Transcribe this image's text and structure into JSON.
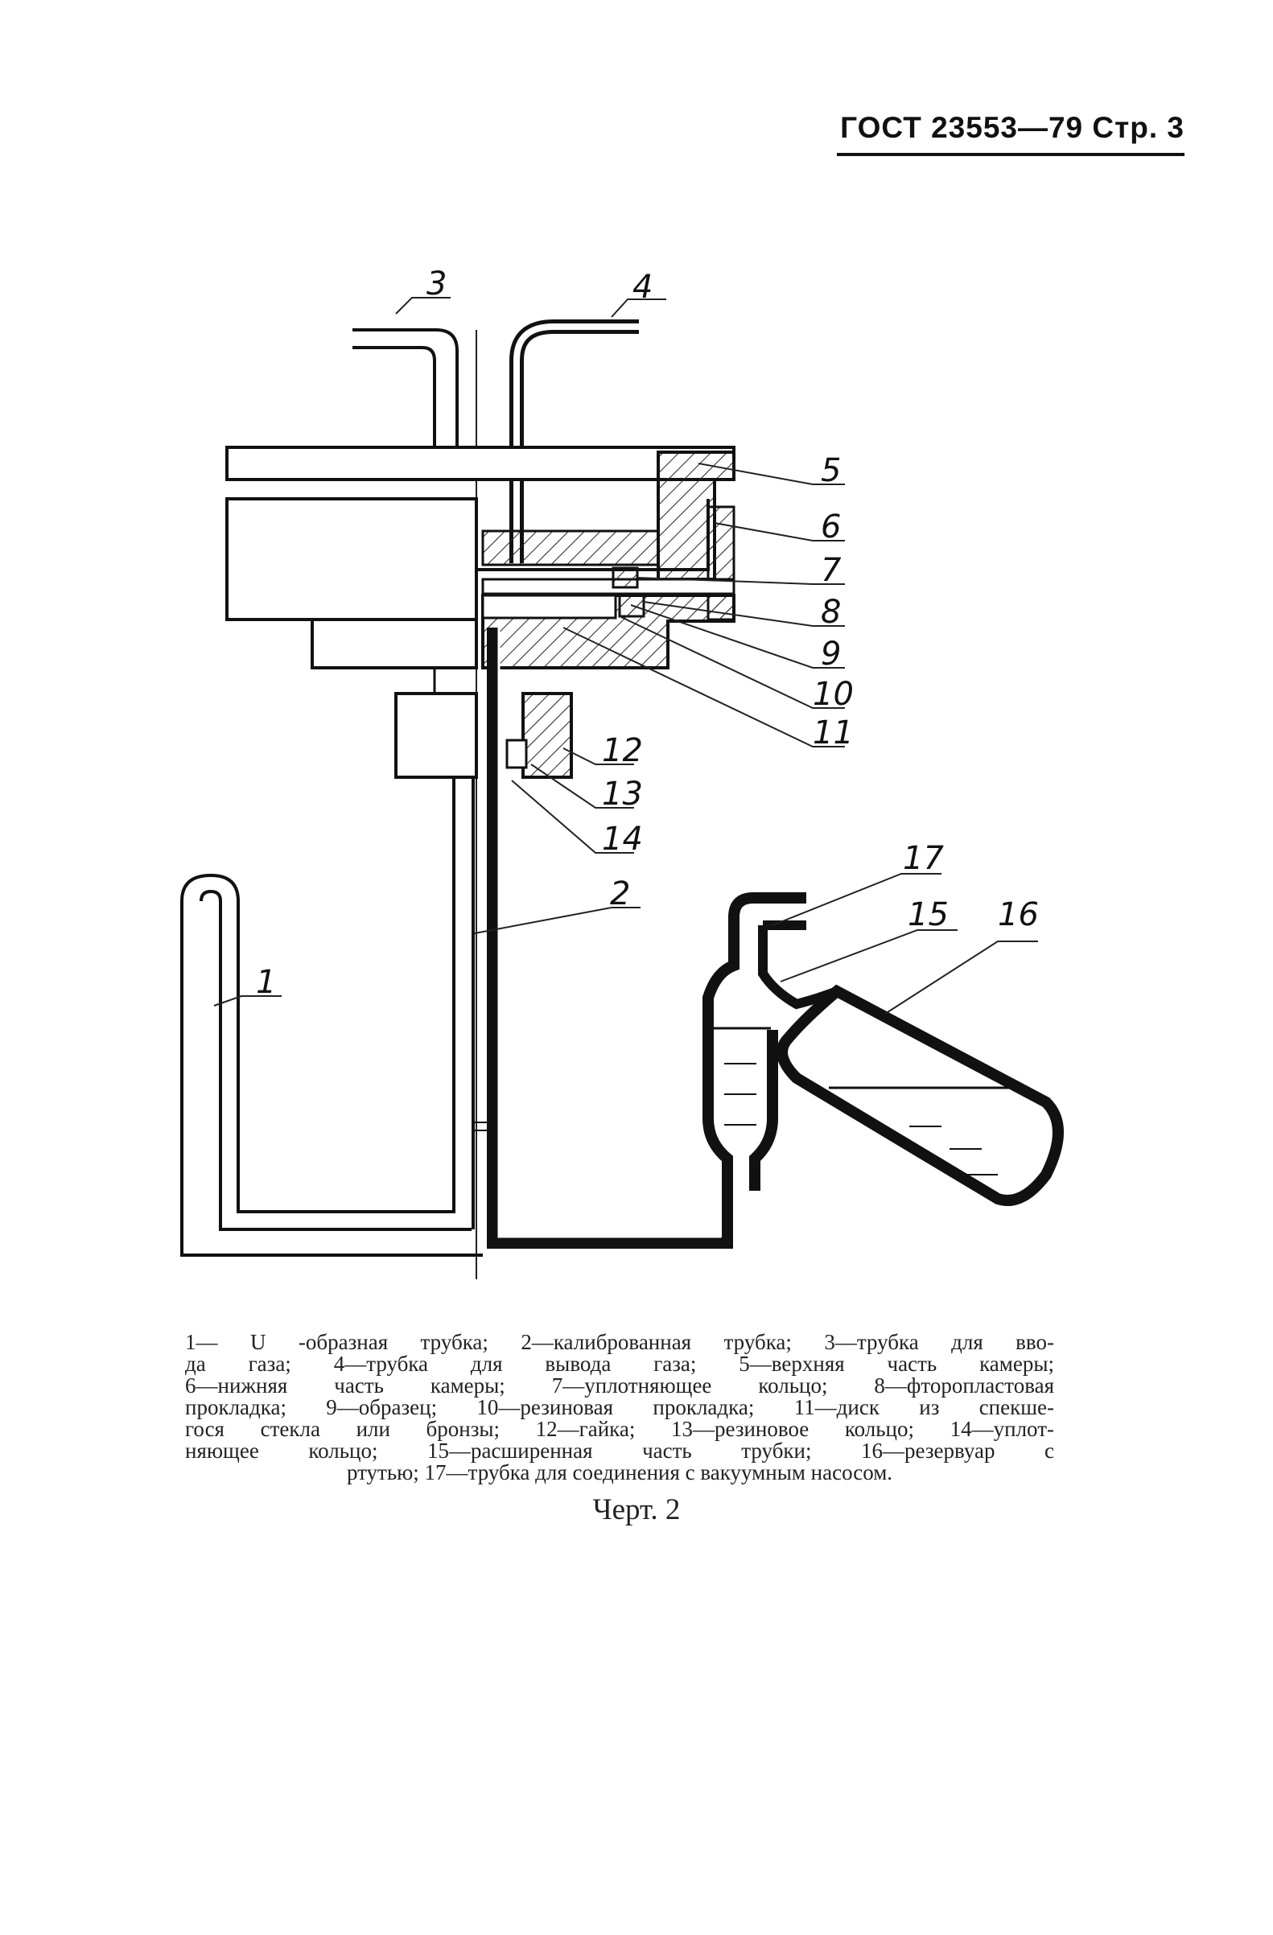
{
  "header": {
    "text": "ГОСТ 23553—79 Стр. 3"
  },
  "figure": {
    "callouts": [
      "1",
      "2",
      "3",
      "4",
      "5",
      "6",
      "7",
      "8",
      "9",
      "10",
      "11",
      "12",
      "13",
      "14",
      "15",
      "16",
      "17"
    ]
  },
  "legend": {
    "lines": [
      "1— U -образная трубка; 2—калиброванная трубка; 3—трубка для вво-",
      "да газа; 4—трубка для вывода газа; 5—верхняя часть камеры;",
      "6—нижняя часть камеры; 7—уплотняющее кольцо; 8—фторопластовая",
      "прокладка; 9—образец; 10—резиновая прокладка; 11—диск из спекше-",
      "гося стекла или бронзы; 12—гайка; 13—резиновое кольцо; 14—уплот-",
      "няющее кольцо; 15—расширенная часть трубки; 16—резервуар с",
      "ртутью; 17—трубка для соединения с вакуумным насосом."
    ]
  },
  "figure_title": "Черт. 2"
}
